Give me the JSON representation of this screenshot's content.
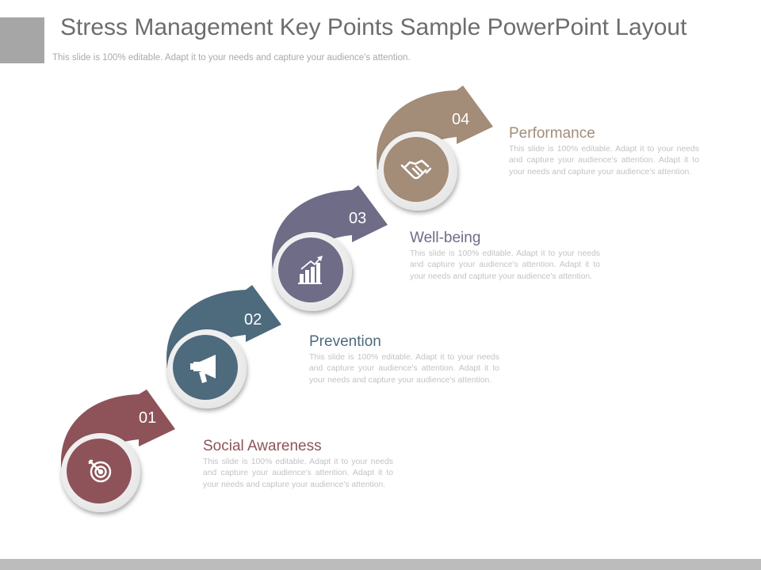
{
  "header": {
    "title": "Stress Management Key Points Sample PowerPoint Layout",
    "subtitle": "This slide is 100% editable. Adapt it to your needs and capture your audience's attention."
  },
  "steps": [
    {
      "number": "01",
      "title": "Social Awareness",
      "description": "This slide is 100% editable. Adapt it to your needs and capture your audience's attention. Adapt it to your needs and capture your audience's attention.",
      "color": "#8e5359",
      "icon": "target-icon"
    },
    {
      "number": "02",
      "title": "Prevention",
      "description": "This slide is 100% editable. Adapt it to your needs and capture your audience's attention. Adapt it to your needs and capture your audience's attention.",
      "color": "#4e6a7d",
      "icon": "megaphone-icon"
    },
    {
      "number": "03",
      "title": "Well-being",
      "description": "This slide is 100% editable. Adapt it to your needs and capture your audience's attention. Adapt it to your needs and capture your audience's attention.",
      "color": "#6e6c87",
      "icon": "bar-chart-icon"
    },
    {
      "number": "04",
      "title": "Performance",
      "description": "This slide is 100% editable. Adapt it to your needs and capture your audience's attention. Adapt it to your needs and capture your audience's attention.",
      "color": "#a38c78",
      "icon": "handshake-icon"
    }
  ]
}
